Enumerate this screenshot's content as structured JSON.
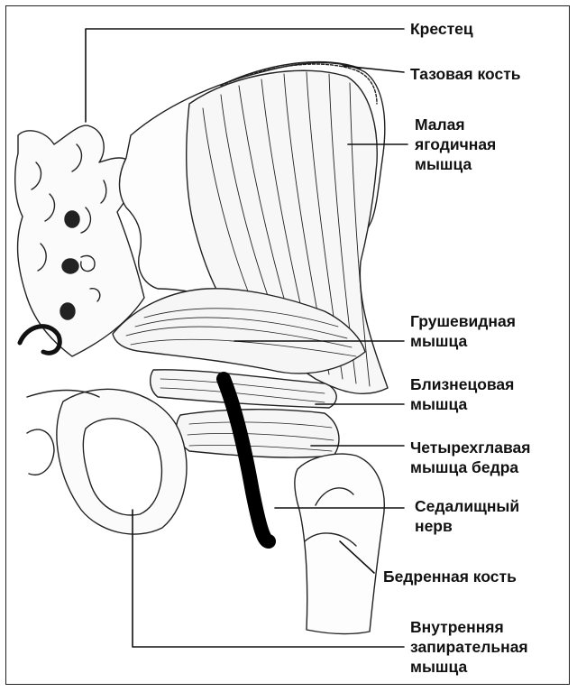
{
  "labels": {
    "sacrum": "Крестец",
    "pelvic_bone": "Тазовая кость",
    "gluteus_minimus": "Малая\nягодичная\nмышца",
    "piriformis": "Грушевидная\nмышца",
    "gemellus": "Близнецовая\nмышца",
    "quadratus_femoris": "Четырехглавая\nмышца бедра",
    "sciatic_nerve": "Седалищный\nнерв",
    "femur": "Бедренная кость",
    "obturator_internus": "Внутренняя\nзапирательная\nмышца"
  },
  "colors": {
    "line": "#111111",
    "nerve": "#000000",
    "muscle_fill": "#fafafa",
    "background": "#ffffff"
  }
}
